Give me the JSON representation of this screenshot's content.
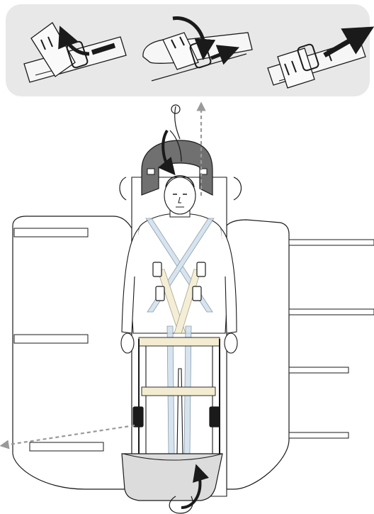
{
  "colors": {
    "panel_background": "#e8e8e8",
    "line": "#1a1a1a",
    "strap_fill": "#f2f2f2",
    "blue_strap": "#cfe0ee",
    "yellow_strap": "#f3ecd0",
    "head_piece": "#707070",
    "foot_piece": "#dcdcdc",
    "dashed_arrow": "#9a9a9a",
    "arrow": "#1a1a1a"
  },
  "icons": {
    "step_1": "strap-thread-back-icon",
    "step_2": "strap-loop-over-icon",
    "step_3": "strap-pull-tight-icon"
  },
  "instruction_steps": [
    {
      "id": 1,
      "icon": "strap-thread-back-icon"
    },
    {
      "id": 2,
      "icon": "strap-loop-over-icon"
    },
    {
      "id": 3,
      "icon": "strap-pull-tight-icon"
    }
  ],
  "parts": [
    "head-immobilizer",
    "foot-cup",
    "spine-board",
    "patient-figure",
    "chest-crisscross-straps",
    "leg-straps",
    "buckles",
    "side-handles"
  ]
}
